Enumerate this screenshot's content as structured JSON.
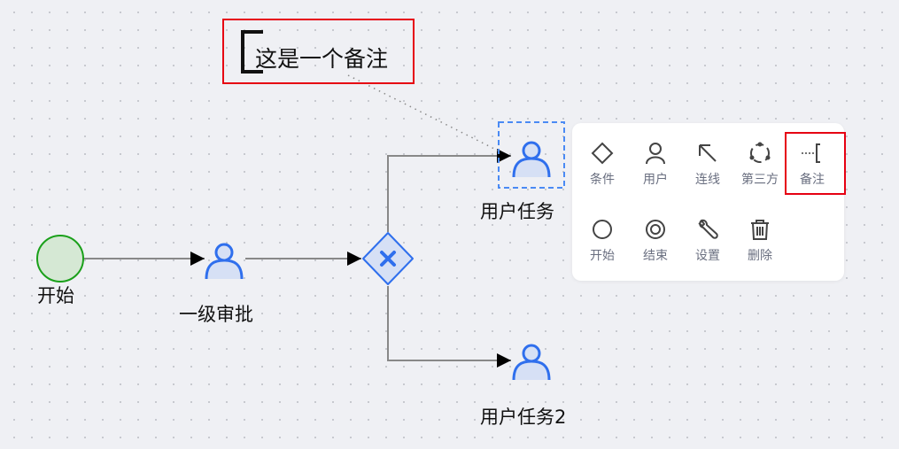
{
  "note": {
    "text": "这是一个备注"
  },
  "nodes": {
    "start": "开始",
    "approval1": "一级审批",
    "user_task": "用户任务",
    "user_task2": "用户任务2"
  },
  "palette": {
    "items": [
      {
        "label": "条件",
        "icon": "diamond-icon"
      },
      {
        "label": "用户",
        "icon": "user-icon"
      },
      {
        "label": "连线",
        "icon": "arrow-up-left-icon"
      },
      {
        "label": "第三方",
        "icon": "cycle-icon"
      },
      {
        "label": "备注",
        "icon": "annotation-icon"
      },
      {
        "label": "开始",
        "icon": "circle-icon"
      },
      {
        "label": "结束",
        "icon": "double-circle-icon"
      },
      {
        "label": "设置",
        "icon": "wrench-icon"
      },
      {
        "label": "删除",
        "icon": "trash-icon"
      }
    ]
  },
  "colors": {
    "accent": "#2f6fed",
    "start_stroke": "#1aa01a",
    "highlight": "#e60012"
  }
}
